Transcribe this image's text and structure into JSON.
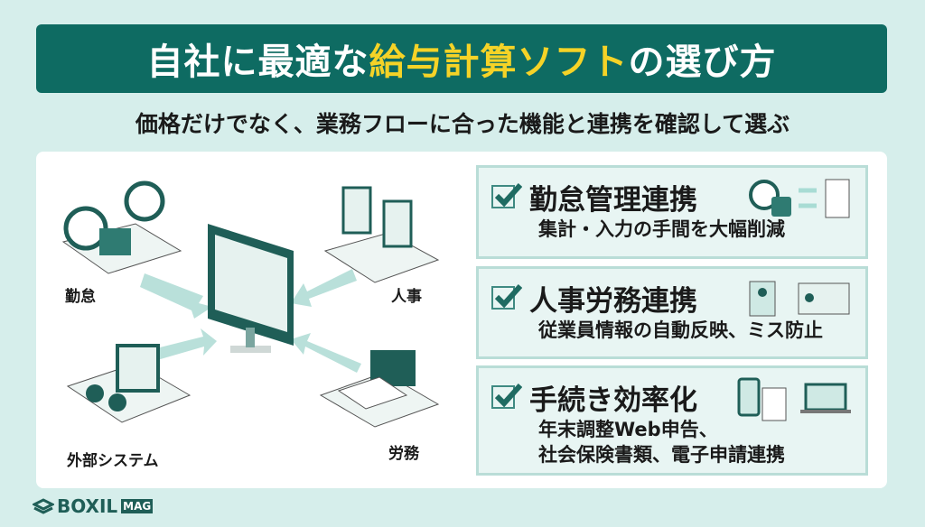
{
  "header": {
    "title_part1": "自社に最適な",
    "title_highlight": "給与計算ソフト",
    "title_part2": "の選び方"
  },
  "subtitle": "価格だけでなく、業務フローに合った機能と連携を確認して選ぶ",
  "diagram": {
    "labels": [
      "勤怠",
      "人事",
      "外部システム",
      "労務"
    ]
  },
  "cards": [
    {
      "title": "勤怠管理連携",
      "desc": [
        "集計・入力の手間を大幅削減"
      ]
    },
    {
      "title": "人事労務連携",
      "desc": [
        "従業員情報の自動反映、ミス防止"
      ]
    },
    {
      "title": "手続き効率化",
      "desc": [
        "年末調整Web申告、",
        "社会保険書類、電子申請連携"
      ]
    }
  ],
  "logo": {
    "name": "BOXIL",
    "badge": "MAG"
  },
  "colors": {
    "bg": "#d6eeeb",
    "primary": "#0e6b62",
    "accent": "#f5d327",
    "card": "#e8f5f3"
  }
}
